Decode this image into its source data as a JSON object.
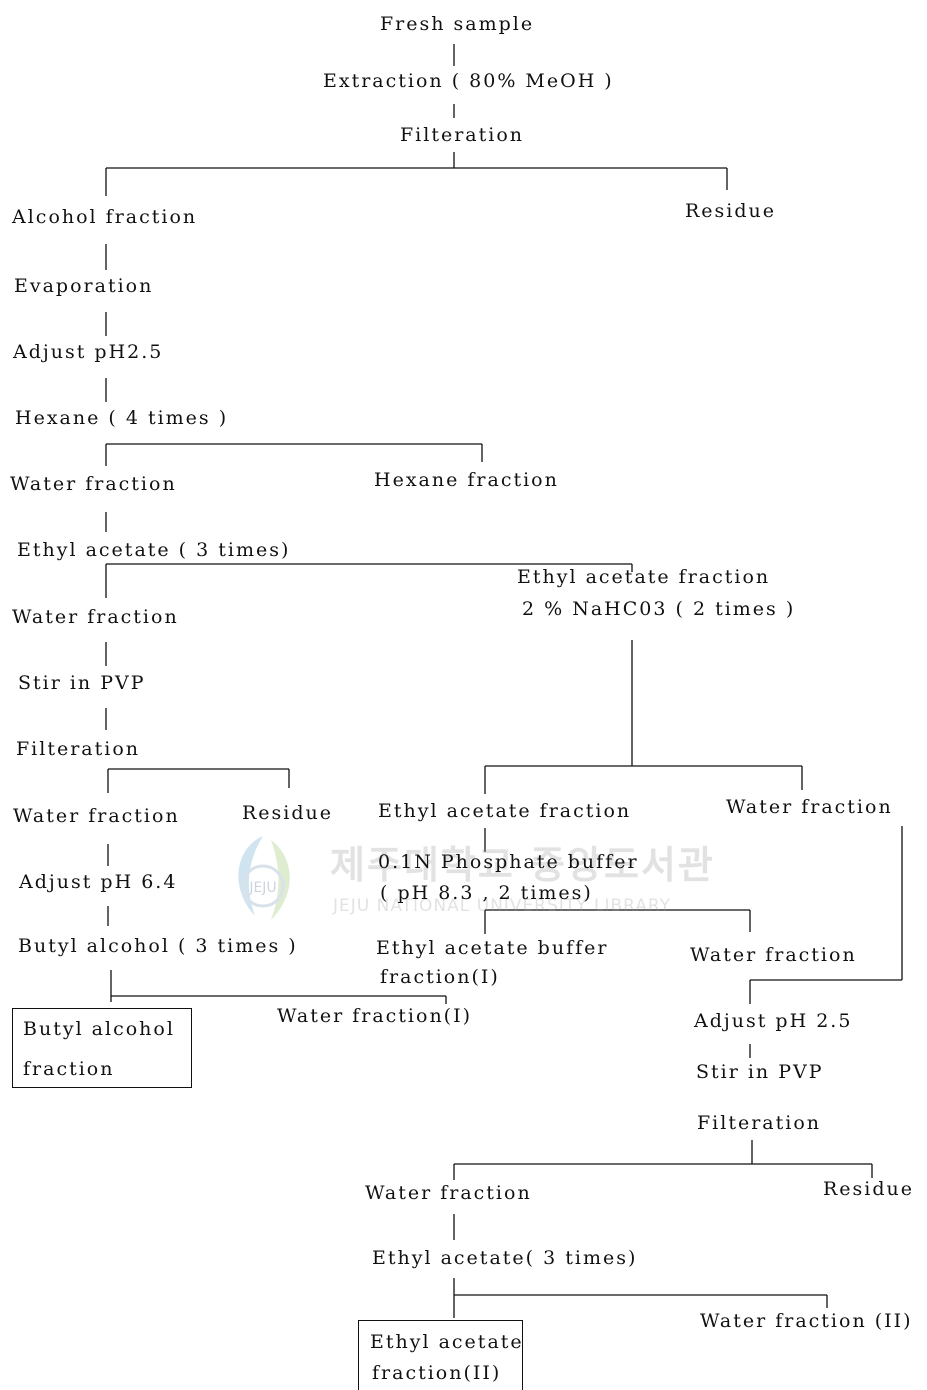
{
  "nodes": {
    "fresh_sample": "Fresh sample",
    "extraction": "Extraction ( 80% MeOH )",
    "filteration_1": "Filteration",
    "alcohol_fraction": "Alcohol fraction",
    "residue_1": "Residue",
    "evaporation": "Evaporation",
    "adjust_ph_25_a": "Adjust pH2.5",
    "hexane": "Hexane ( 4 times )",
    "water_fraction_1": "Water fraction",
    "hexane_fraction": "Hexane fraction",
    "ethyl_acetate_3x_a": "Ethyl acetate ( 3 times)",
    "water_fraction_2": "Water fraction",
    "ethyl_acetate_fraction_1": "Ethyl acetate fraction",
    "nahco3": "2 % NaHC03 ( 2 times )",
    "stir_pvp_a": "Stir in PVP",
    "filteration_2": "Filteration",
    "water_fraction_3": "Water fraction",
    "residue_2": "Residue",
    "ethyl_acetate_fraction_2": "Ethyl acetate fraction",
    "water_fraction_4": "Water fraction",
    "adjust_ph_64": "Adjust pH 6.4",
    "phosphate_buffer_1": "0.1N Phosphate buffer",
    "phosphate_buffer_2": "( pH 8.3 , 2 times)",
    "butyl_alcohol_3x": "Butyl alcohol ( 3 times )",
    "ethyl_acetate_buffer_1": "Ethyl acetate buffer",
    "ethyl_acetate_buffer_2": "fraction(I)",
    "water_fraction_5": "Water fraction",
    "butyl_alcohol_fraction_1": "Butyl alcohol",
    "butyl_alcohol_fraction_2": "fraction",
    "water_fraction_i": "Water fraction(I)",
    "adjust_ph_25_b": "Adjust pH 2.5",
    "stir_pvp_b": "Stir in PVP",
    "filteration_3": "Filteration",
    "water_fraction_6": "Water fraction",
    "residue_3": "Residue",
    "ethyl_acetate_3x_b": "Ethyl acetate( 3 times)",
    "water_fraction_ii": "Water fraction (II)",
    "ethyl_acetate_fraction_ii_1": "Ethyl acetate",
    "ethyl_acetate_fraction_ii_2": "fraction(II)"
  },
  "watermark": {
    "korean": "제주대학교 중앙도서관",
    "english": "JEJU NATIONAL UNIVERSITY LIBRARY",
    "logo_text": "JEJU"
  }
}
